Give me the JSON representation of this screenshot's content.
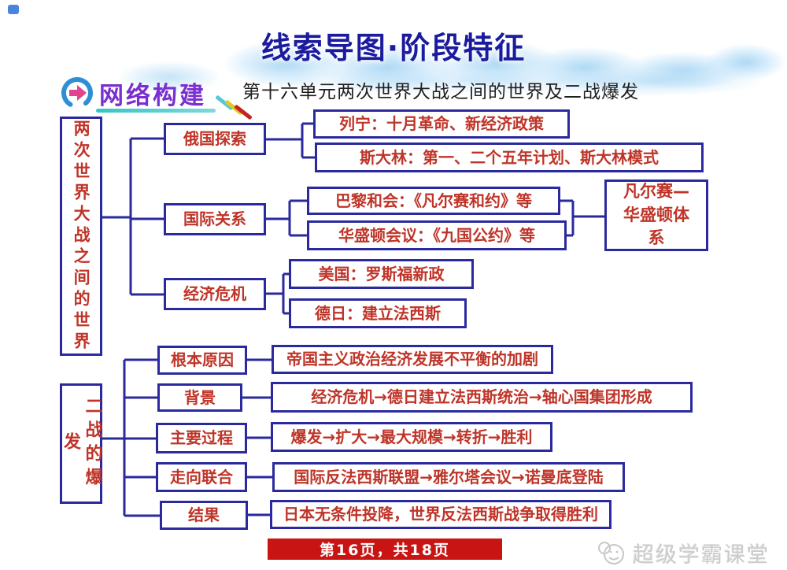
{
  "title": "线索导图·阶段特征",
  "subtitle": "第十六单元两次世界大战之间的世界及二战爆发",
  "nav": {
    "label": "网络构建",
    "icon": "arrow-circle-icon"
  },
  "diagram": {
    "group1": {
      "root": "两次世界大战之间的世界",
      "branches": [
        {
          "label": "俄国探索",
          "children": [
            "列宁：十月革命、新经济政策",
            "斯大林：第一、二个五年计划、斯大林模式"
          ]
        },
        {
          "label": "国际关系",
          "children": [
            "巴黎和会：《凡尔赛和约》等",
            "华盛顿会议：《九国公约》等"
          ],
          "result": "凡尔赛—华盛顿体系"
        },
        {
          "label": "经济危机",
          "children": [
            "美国：罗斯福新政",
            "德日：建立法西斯"
          ]
        }
      ]
    },
    "group2": {
      "root": "二战的爆发",
      "branches": [
        {
          "label": "根本原因",
          "detail": "帝国主义政治经济发展不平衡的加剧"
        },
        {
          "label": "背景",
          "detail": "经济危机→德日建立法西斯统治→轴心国集团形成"
        },
        {
          "label": "主要过程",
          "detail": "爆发→扩大→最大规模→转折→胜利"
        },
        {
          "label": "走向联合",
          "detail": "国际反法西斯联盟→雅尔塔会议→诺曼底登陆"
        },
        {
          "label": "结果",
          "detail": "日本无条件投降，世界反法西斯战争取得胜利"
        }
      ]
    }
  },
  "footer": {
    "page_indicator": "第16页，共18页"
  },
  "watermark": {
    "text": "超级学霸课堂",
    "icon": "smiley-face-icon"
  },
  "colors": {
    "border_blue": "#2a2a9e",
    "box_text_red": "#bf3428",
    "title_blue": "#1b1b9e",
    "nav_purple": "#7a2fd0",
    "underline_teal": "#35c4c6",
    "footer_red": "#c91414",
    "watermark_gray": "#cccccc",
    "cloud_blue": "#a0d2f2"
  }
}
